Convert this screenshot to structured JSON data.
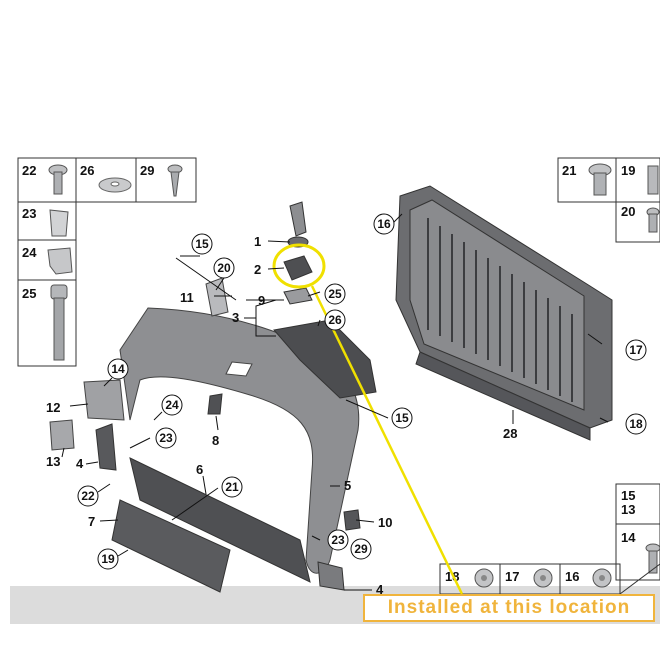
{
  "colors": {
    "highlight": "#f0e000",
    "callout": "#f0b43c",
    "part_fill": "#7d7d80",
    "part_dark": "#4a4a4d",
    "band": "#d8d8d8"
  },
  "callout": {
    "text": "Installed at this location"
  },
  "boxes": {
    "tl": [
      "22",
      "26",
      "29",
      "23",
      "24",
      "25"
    ],
    "tr": [
      "21",
      "19",
      "20"
    ],
    "br": [
      "15",
      "13",
      "14"
    ],
    "bottom": [
      "18",
      "17",
      "16"
    ]
  },
  "labels": {
    "plain": [
      "1",
      "2",
      "3",
      "4",
      "4",
      "5",
      "6",
      "7",
      "8",
      "9",
      "10",
      "11",
      "12",
      "13",
      "28"
    ],
    "circled": [
      "16",
      "15",
      "20",
      "25",
      "26",
      "17",
      "18",
      "14",
      "24",
      "23",
      "22",
      "21",
      "19",
      "23",
      "29",
      "15"
    ]
  }
}
